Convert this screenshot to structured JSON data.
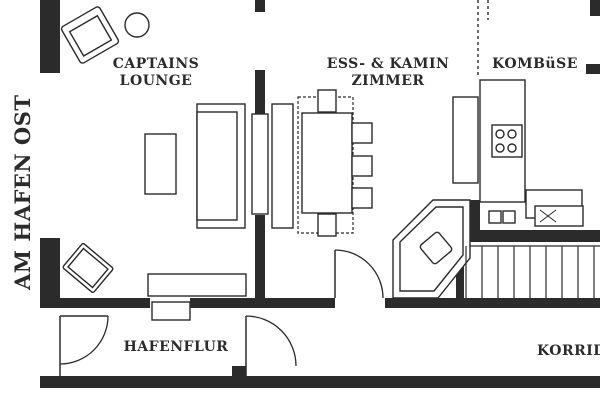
{
  "plan": {
    "street_label": "AM HAFEN OST",
    "rooms": [
      {
        "id": "captains-lounge",
        "lines": [
          "CAPTAINS",
          "LOUNGE"
        ]
      },
      {
        "id": "ess-kamin-zimmer",
        "lines": [
          "ESS- & KAMIN",
          "ZIMMER"
        ]
      },
      {
        "id": "kombuese",
        "lines": [
          "KOMBüSE"
        ]
      },
      {
        "id": "hafenflur",
        "lines": [
          "HAFENFLUR"
        ]
      },
      {
        "id": "korridor",
        "lines": [
          "KORRID"
        ]
      }
    ]
  }
}
